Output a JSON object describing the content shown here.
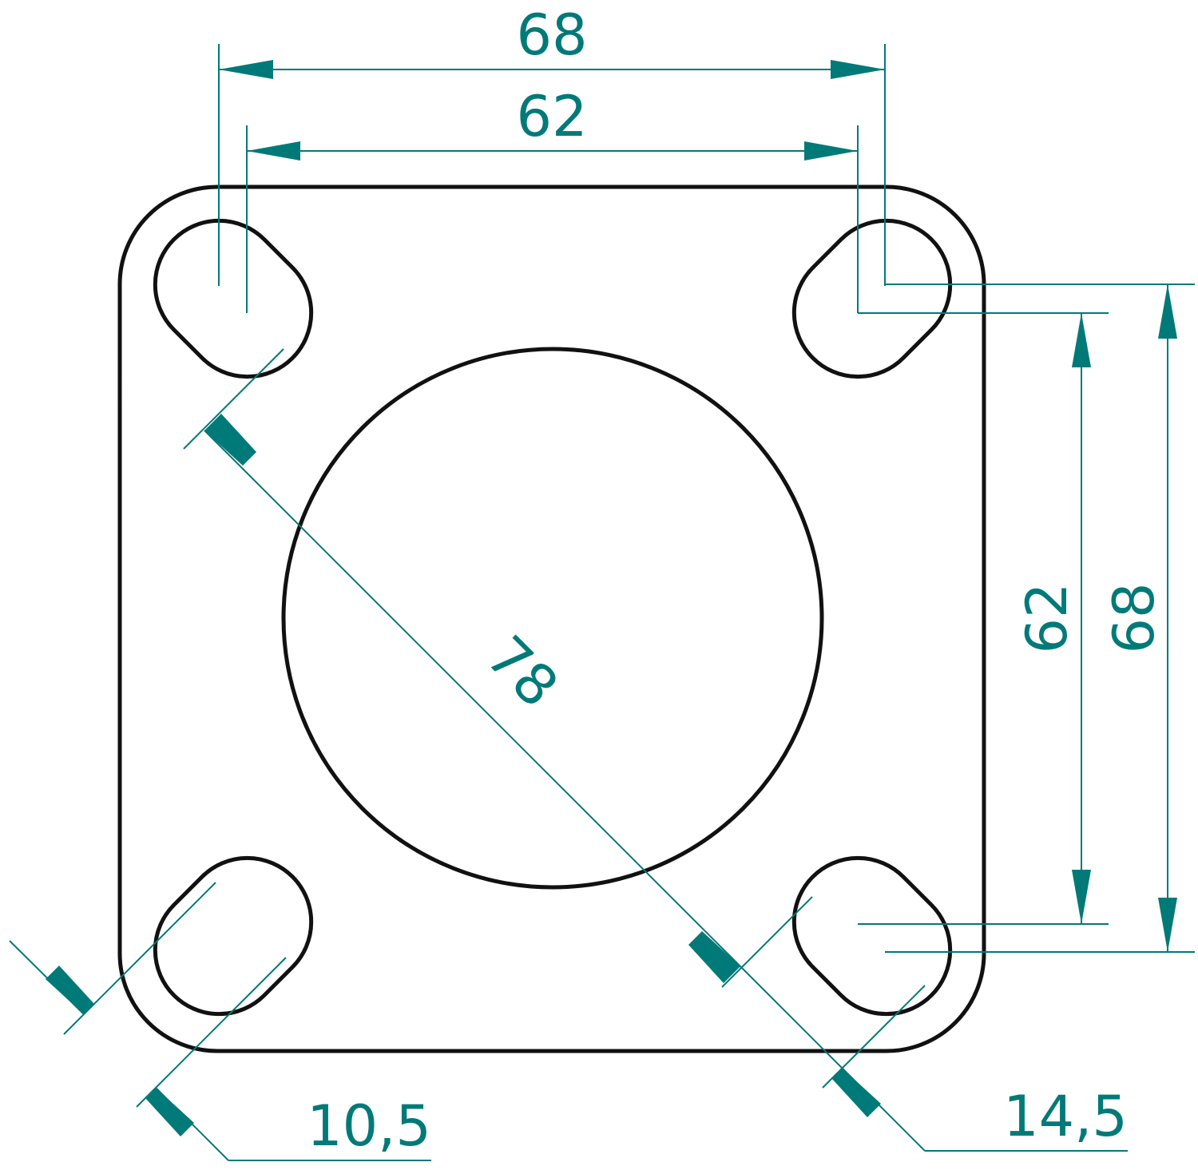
{
  "colors": {
    "outline": "#111111",
    "dimension": "#007a78",
    "background": "#ffffff"
  },
  "dimensions": {
    "top_outer_width": "68",
    "top_inner_width": "62",
    "right_inner_height": "62",
    "right_outer_height": "68",
    "diagonal": "78",
    "slot_width": "10,5",
    "slot_length": "14,5"
  }
}
